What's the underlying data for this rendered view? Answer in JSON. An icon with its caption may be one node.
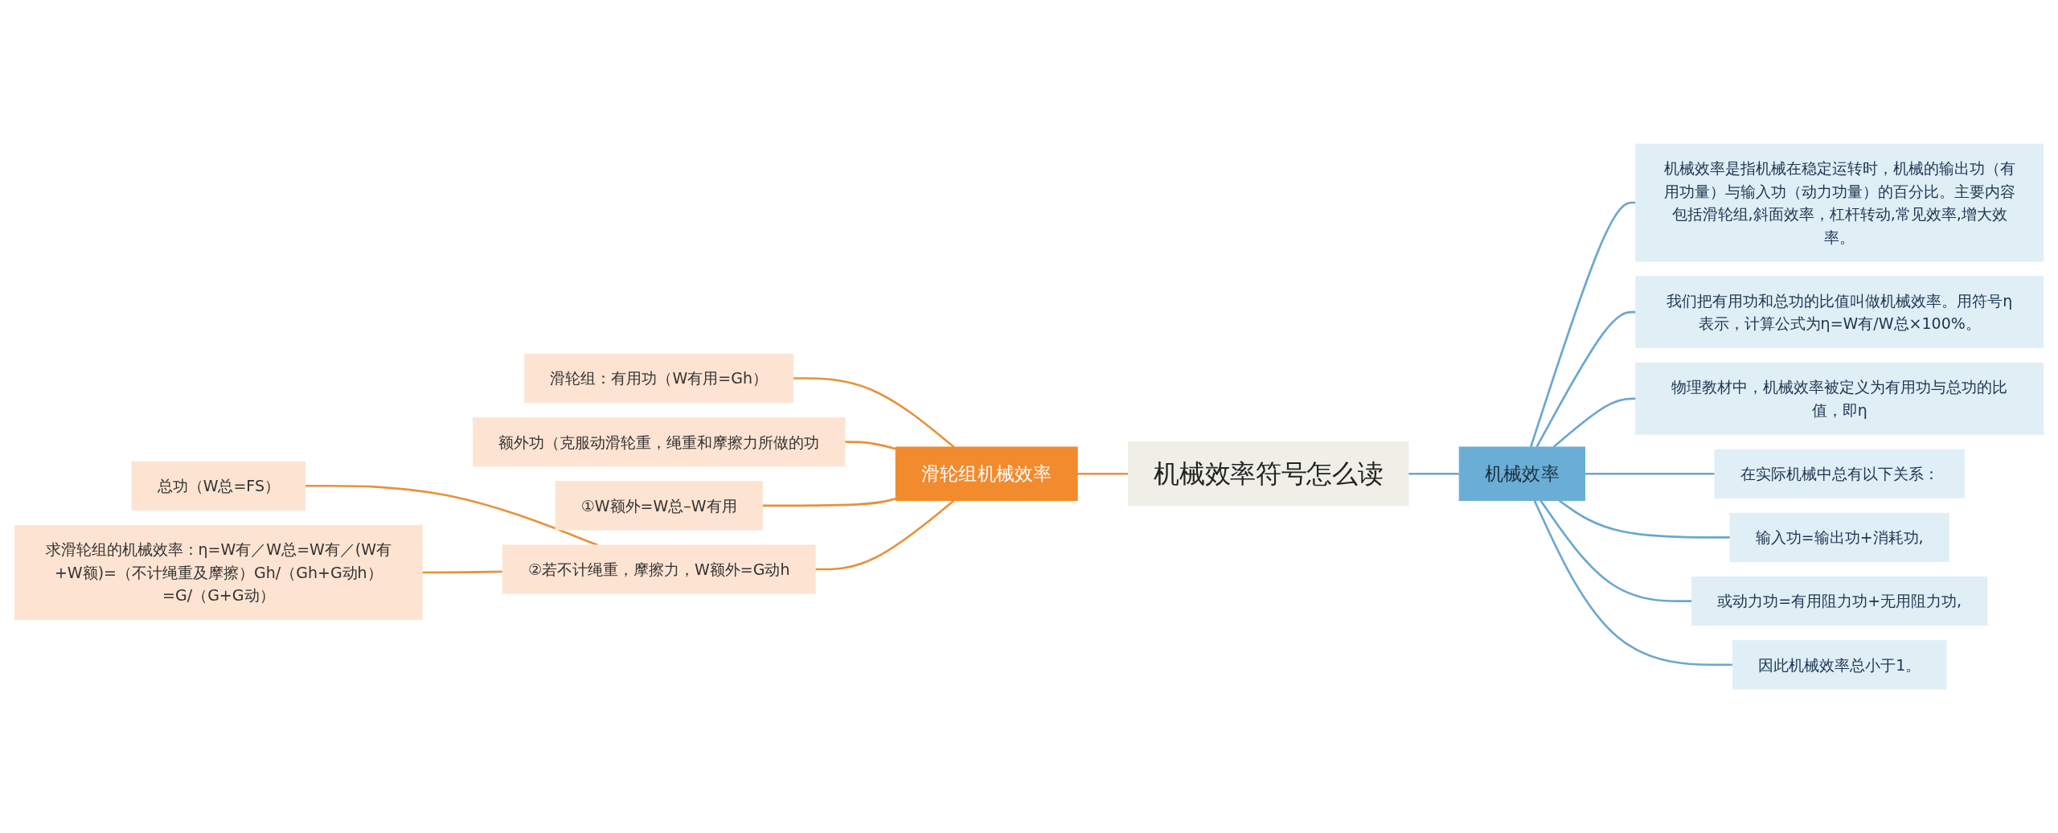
{
  "diagram": {
    "nodes": [
      {
        "text": [
          "机械效率符号怎么读"
        ]
      },
      {
        "text": [
          "滑轮组机械效率"
        ]
      },
      {
        "text": [
          "滑轮组：有用功（W有用=Gh）"
        ]
      },
      {
        "text": [
          "额外功（克服动滑轮重，绳重和摩擦力所做的功"
        ]
      },
      {
        "text": [
          "①W额外=W总–W有用"
        ]
      },
      {
        "text": [
          "②若不计绳重，摩擦力，W额外=G动h"
        ]
      },
      {
        "text": [
          "总功（W总=FS）"
        ]
      },
      {
        "text": [
          "求滑轮组的机械效率：η=W有／W总=W有／(W有+W额)=（不计绳重及摩擦）Gh/（Gh+G动h）=G/（G+G动）"
        ]
      },
      {
        "text": [
          "机械效率"
        ]
      },
      {
        "text": [
          "机械效率是指机械在稳定运转时，机械的输出功（有用功量）与输入功（动力功量）的百分比。主要内容包括滑轮组,斜面效率，杠杆转动,常见效率,增大效率。"
        ]
      },
      {
        "text": [
          "我们把有用功和总功的比值叫做机械效率。用符号η表示，计算公式为η=W有/W总×100%。"
        ]
      },
      {
        "text": [
          "物理教材中，机械效率被定义为有用功与总功的比值，即η"
        ]
      },
      {
        "text": [
          "在实际机械中总有以下关系："
        ]
      },
      {
        "text": [
          "输入功=输出功+消耗功,"
        ]
      },
      {
        "text": [
          "或动力功=有用阻力功+无用阻力功,"
        ]
      },
      {
        "text": [
          "因此机械效率总小于1。"
        ]
      }
    ],
    "edges": [
      {
        "from": 0,
        "to": 1,
        "arrow": "none",
        "color": "#e8913a"
      },
      {
        "from": 1,
        "to": 2,
        "arrow": "none",
        "color": "#e8913a"
      },
      {
        "from": 1,
        "to": 3,
        "arrow": "none",
        "color": "#e8913a"
      },
      {
        "from": 1,
        "to": 4,
        "arrow": "none",
        "color": "#e8913a"
      },
      {
        "from": 1,
        "to": 5,
        "arrow": "none",
        "color": "#e8913a"
      },
      {
        "from": 5,
        "to": 6,
        "arrow": "none",
        "color": "#e8913a"
      },
      {
        "from": 5,
        "to": 7,
        "arrow": "none",
        "color": "#e8913a"
      },
      {
        "from": 0,
        "to": 8,
        "arrow": "none"
      },
      {
        "from": 8,
        "to": 9,
        "arrow": "none"
      },
      {
        "from": 8,
        "to": 10,
        "arrow": "none"
      },
      {
        "from": 8,
        "to": 11,
        "arrow": "none"
      },
      {
        "from": 8,
        "to": 12,
        "arrow": "none"
      },
      {
        "from": 8,
        "to": 13,
        "arrow": "none"
      },
      {
        "from": 8,
        "to": 14,
        "arrow": "none"
      },
      {
        "from": 8,
        "to": 15,
        "arrow": "none"
      }
    ]
  }
}
